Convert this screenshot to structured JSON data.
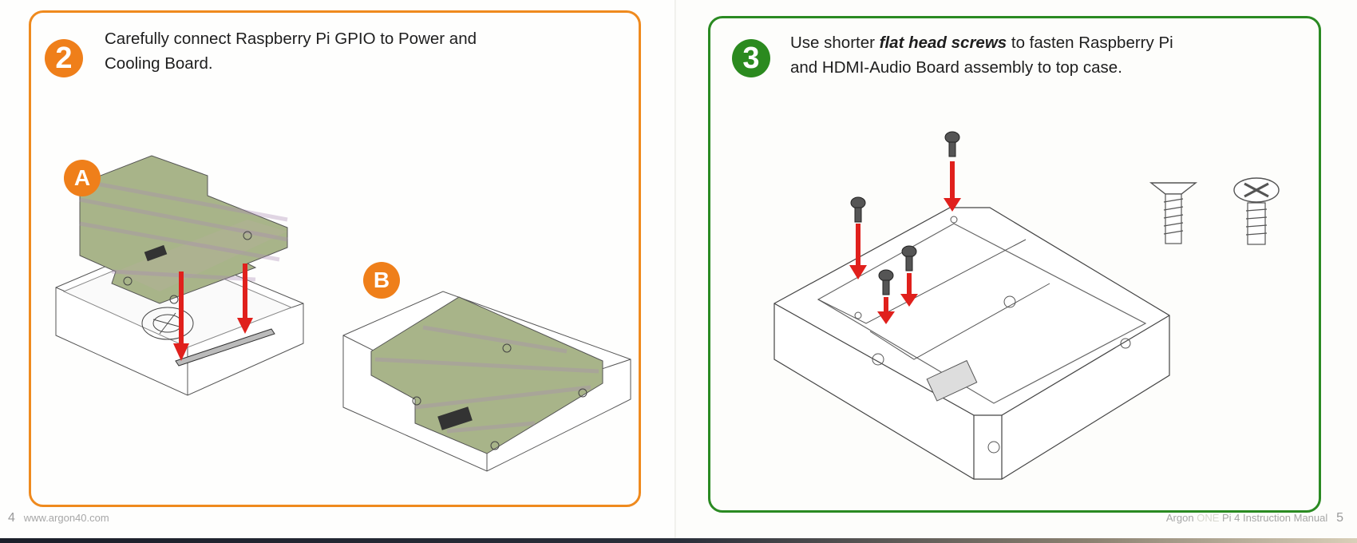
{
  "document": {
    "title": "Argon ONE Pi 4 Instruction Manual",
    "accent_colors": {
      "step2": "#ef7f1a",
      "step3": "#2b8a1f",
      "arrow": "#e0201c",
      "pcb": "#9fb07e"
    }
  },
  "left_page": {
    "step": {
      "number": "2",
      "text": "Carefully connect Raspberry Pi GPIO to Power and Cooling Board.",
      "line1": "Carefully connect Raspberry Pi GPIO to Power and",
      "line2": "Cooling Board."
    },
    "figures": [
      {
        "label": "A",
        "description": "Raspberry Pi lowered onto the Power and Cooling Board inside the case",
        "icon": "pi-board-insertion-illustration"
      },
      {
        "label": "B",
        "description": "Raspberry Pi seated on the GPIO header inside the case",
        "icon": "pi-board-seated-illustration"
      }
    ],
    "footer": {
      "page_number": "4",
      "url": "www.argon40.com"
    }
  },
  "right_page": {
    "step": {
      "number": "3",
      "text_prefix": "Use shorter ",
      "text_emphasis": "flat head screws",
      "text_suffix": " to fasten Raspberry Pi",
      "line2": "and HDMI-Audio Board assembly to top case."
    },
    "figures": [
      {
        "description": "Four screws driven into the board assembly inside the top case",
        "icon": "screw-fastening-illustration"
      },
      {
        "description": "Flat head screw (use)",
        "icon": "flat-head-screw-icon"
      },
      {
        "description": "Pan head screw",
        "icon": "pan-head-screw-icon"
      }
    ],
    "footer": {
      "brand": "Argon",
      "product": "ONE",
      "suffix": "Pi 4 Instruction Manual",
      "page_number": "5"
    }
  }
}
